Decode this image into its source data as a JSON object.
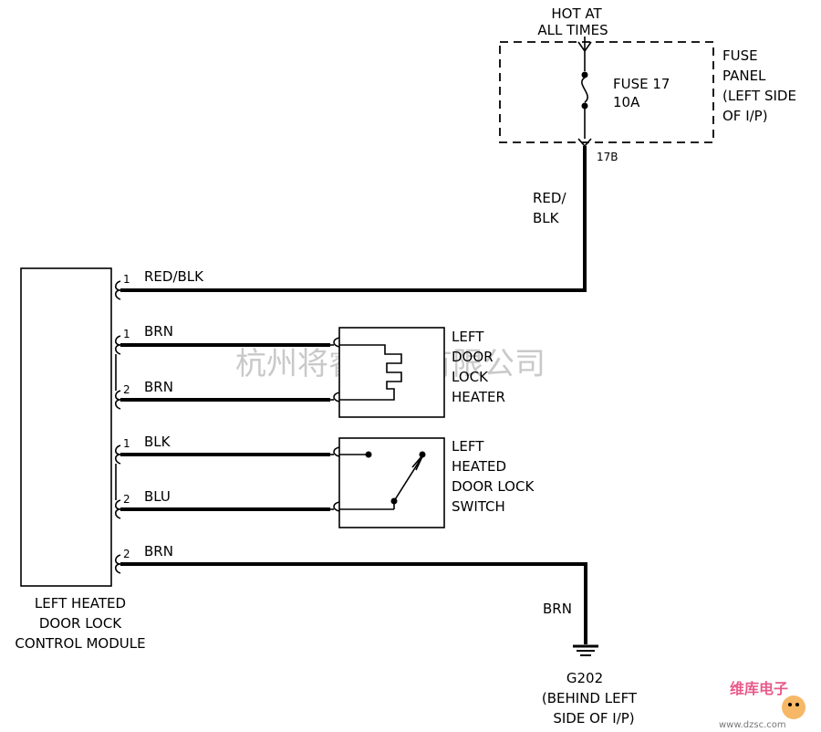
{
  "supply": {
    "line1": "HOT AT",
    "line2": "ALL TIMES"
  },
  "fuse": {
    "name": "FUSE 17",
    "rating": "10A",
    "terminal": "17B"
  },
  "fuse_panel": {
    "lines": [
      "FUSE",
      "PANEL",
      "(LEFT SIDE",
      "OF I/P)"
    ]
  },
  "wire_feed": {
    "line1": "RED/",
    "line2": "BLK"
  },
  "module": {
    "lines": [
      "LEFT HEATED",
      "DOOR LOCK",
      "CONTROL MODULE"
    ],
    "pins": [
      {
        "num": "1",
        "color": "RED/BLK"
      },
      {
        "num": "1",
        "color": "BRN"
      },
      {
        "num": "2",
        "color": "BRN"
      },
      {
        "num": "1",
        "color": "BLK"
      },
      {
        "num": "2",
        "color": "BLU"
      },
      {
        "num": "2",
        "color": "BRN"
      }
    ]
  },
  "heater": {
    "lines": [
      "LEFT",
      "DOOR",
      "LOCK",
      "HEATER"
    ]
  },
  "switch": {
    "lines": [
      "LEFT",
      "HEATED",
      "DOOR LOCK",
      "SWITCH"
    ]
  },
  "ground_wire": {
    "color": "BRN"
  },
  "ground": {
    "name": "G202",
    "lines": [
      "(BEHIND LEFT",
      "SIDE OF I/P)"
    ]
  },
  "watermarks": {
    "center": "杭州将睿科技有限公司",
    "corner_top": "维库电子",
    "corner_url": "www.dzsc.com"
  }
}
